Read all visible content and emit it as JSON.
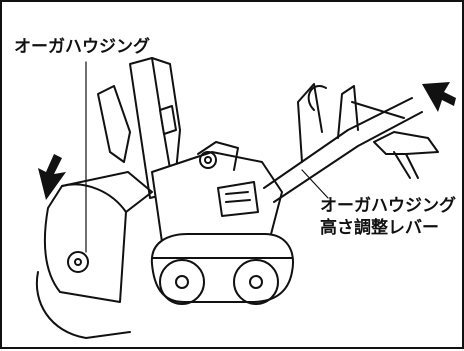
{
  "labels": {
    "auger_housing": "オーガハウジング",
    "auger_height_lever_line1": "オーガハウジング",
    "auger_height_lever_line2": "高さ調整レバー"
  },
  "colors": {
    "ink": "#111111",
    "background": "#ffffff"
  }
}
